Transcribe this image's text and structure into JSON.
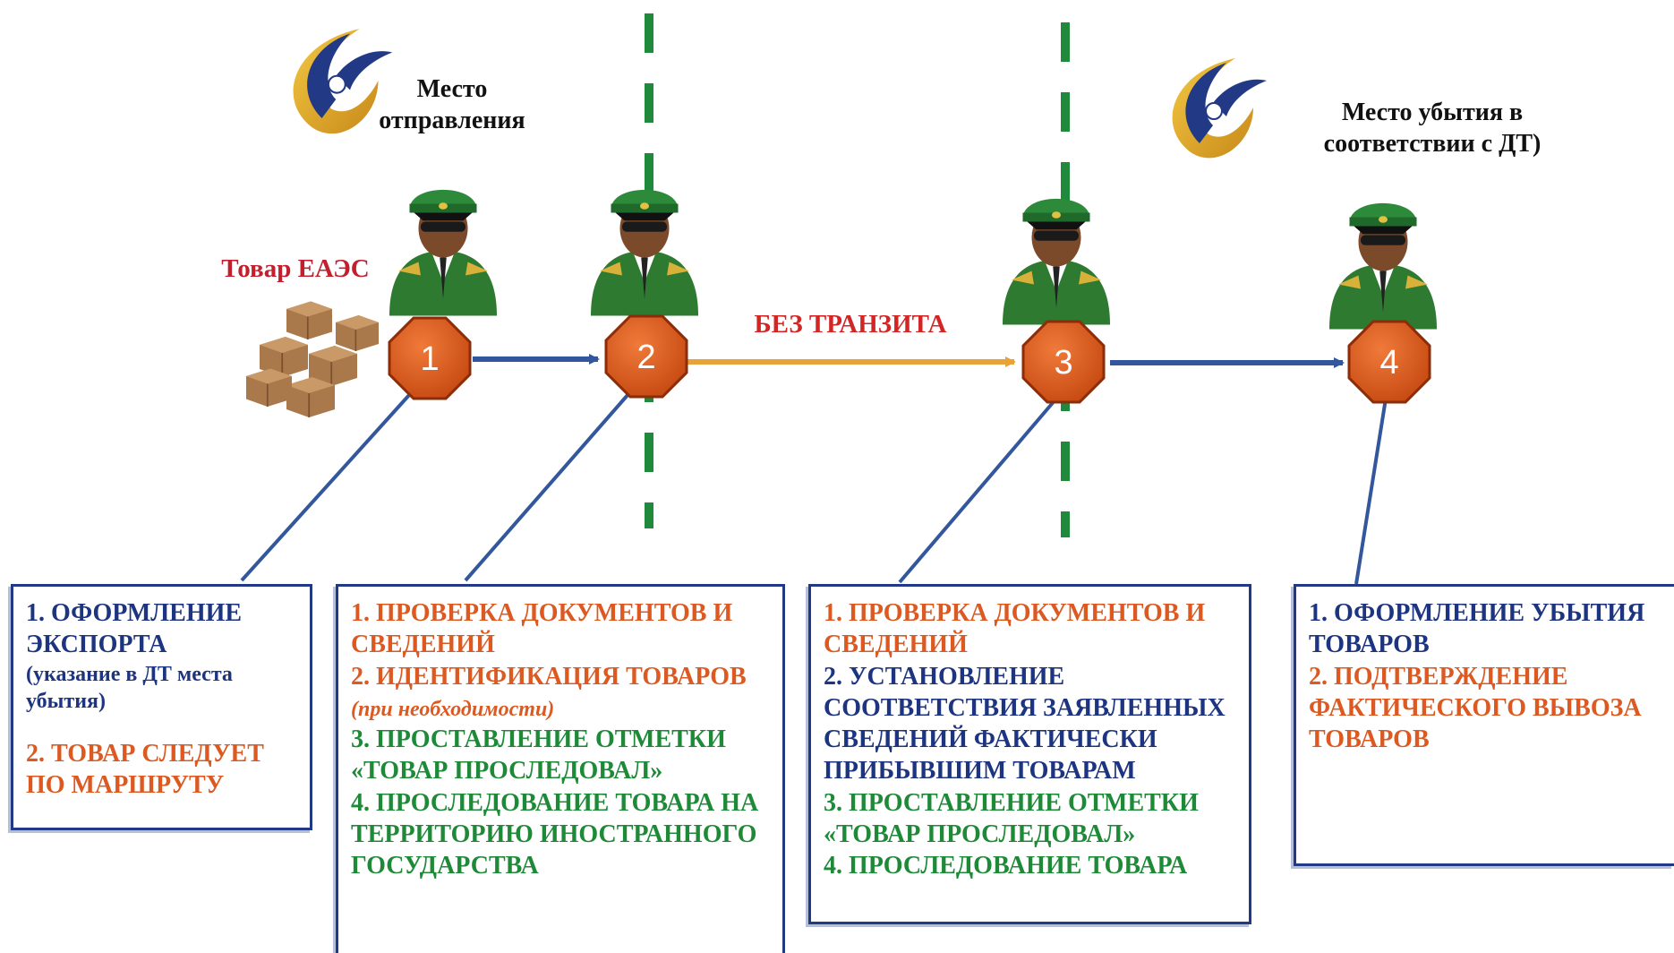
{
  "labels": {
    "departure": "Место отправления",
    "arrival": "Место убытия в соответствии с ДТ)",
    "goods": "Товар ЕАЭС",
    "no_transit": "БЕЗ ТРАНЗИТА"
  },
  "nodes": [
    "1",
    "2",
    "3",
    "4"
  ],
  "boxes": {
    "box1": {
      "i1": "1. ОФОРМЛЕНИЕ ЭКСПОРТА",
      "i1_note": "(указание в ДТ места убытия)",
      "i2": "2. ТОВАР СЛЕДУЕТ ПО МАРШРУТУ"
    },
    "box2": {
      "i1": "1. ПРОВЕРКА ДОКУМЕНТОВ И СВЕДЕНИЙ",
      "i2": "2. ИДЕНТИФИКАЦИЯ ТОВАРОВ",
      "i2_note": "(при необходимости)",
      "i3": "3. ПРОСТАВЛЕНИЕ ОТМЕТКИ «ТОВАР ПРОСЛЕДОВАЛ»",
      "i4": "4. ПРОСЛЕДОВАНИЕ ТОВАРА НА ТЕРРИТОРИЮ ИНОСТРАННОГО ГОСУДАРСТВА"
    },
    "box3": {
      "i1": "1. ПРОВЕРКА ДОКУМЕНТОВ И СВЕДЕНИЙ",
      "i2": "2. УСТАНОВЛЕНИЕ СООТВЕТСТВИЯ ЗАЯВЛЕННЫХ СВЕДЕНИЙ ФАКТИЧЕСКИ ПРИБЫВШИМ ТОВАРАМ",
      "i3": "3. ПРОСТАВЛЕНИЕ ОТМЕТКИ «ТОВАР ПРОСЛЕДОВАЛ»",
      "i4": "4. ПРОСЛЕДОВАНИЕ ТОВАРА"
    },
    "box4": {
      "i1": "1. ОФОРМЛЕНИЕ УБЫТИЯ ТОВАРОВ",
      "i2": "2. ПОДТВЕРЖДЕНИЕ ФАКТИЧЕСКОГО ВЫВОЗА ТОВАРОВ"
    }
  },
  "colors": {
    "node_fill": "#d9571c",
    "node_stroke": "#8c2c08",
    "arrow_blue": "#33579c",
    "arrow_orange": "#e9a237",
    "border_green": "#1f8a3c",
    "box_border": "#223a86",
    "connector": "#33579c"
  },
  "icons": [
    "eaeu-emblem-icon",
    "customs-officer-icon",
    "cargo-boxes-icon"
  ]
}
